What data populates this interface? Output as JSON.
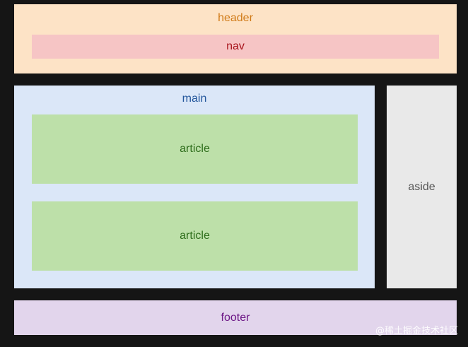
{
  "layout": {
    "header_label": "header",
    "nav_label": "nav",
    "main_label": "main",
    "articles": [
      {
        "label": "article"
      },
      {
        "label": "article"
      }
    ],
    "aside_label": "aside",
    "footer_label": "footer"
  },
  "watermark": "@稀土掘金技术社区",
  "colors": {
    "header_bg": "#fde3c6",
    "nav_bg": "#f6c5c5",
    "main_bg": "#dbe7f8",
    "article_bg": "#bde0a9",
    "aside_bg": "#e9e9e9",
    "footer_bg": "#e2d5ec",
    "page_bg": "#151515"
  }
}
